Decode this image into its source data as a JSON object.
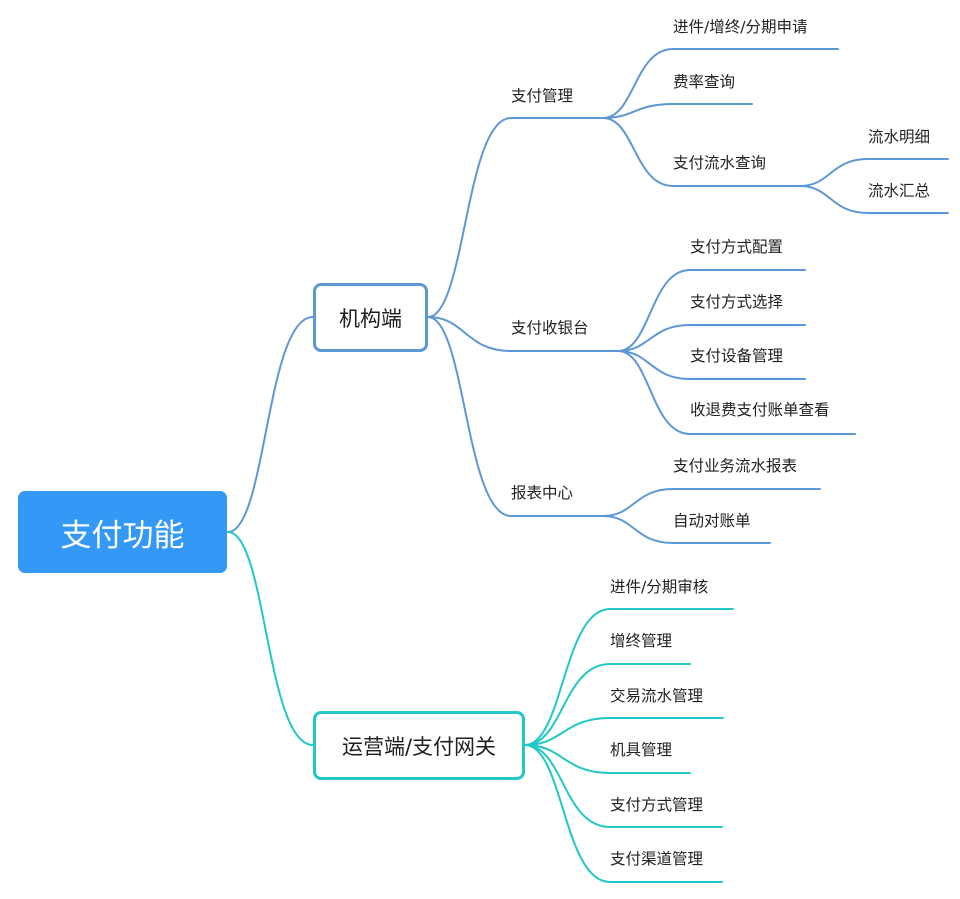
{
  "root": {
    "label": "支付功能"
  },
  "colors": {
    "root": "#3498f7",
    "blue_branch": "#5d98d6",
    "teal_branch": "#22c7c7"
  },
  "branches": [
    {
      "label": "机构端",
      "children": [
        {
          "label": "支付管理",
          "children": [
            {
              "label": "进件/增终/分期申请"
            },
            {
              "label": "费率查询"
            },
            {
              "label": "支付流水查询",
              "children": [
                {
                  "label": "流水明细"
                },
                {
                  "label": "流水汇总"
                }
              ]
            }
          ]
        },
        {
          "label": "支付收银台",
          "children": [
            {
              "label": "支付方式配置"
            },
            {
              "label": "支付方式选择"
            },
            {
              "label": "支付设备管理"
            },
            {
              "label": "收退费支付账单查看"
            }
          ]
        },
        {
          "label": "报表中心",
          "children": [
            {
              "label": "支付业务流水报表"
            },
            {
              "label": "自动对账单"
            }
          ]
        }
      ]
    },
    {
      "label": "运营端/支付网关",
      "children": [
        {
          "label": "进件/分期审核"
        },
        {
          "label": "增终管理"
        },
        {
          "label": "交易流水管理"
        },
        {
          "label": "机具管理"
        },
        {
          "label": "支付方式管理"
        },
        {
          "label": "支付渠道管理"
        }
      ]
    }
  ]
}
